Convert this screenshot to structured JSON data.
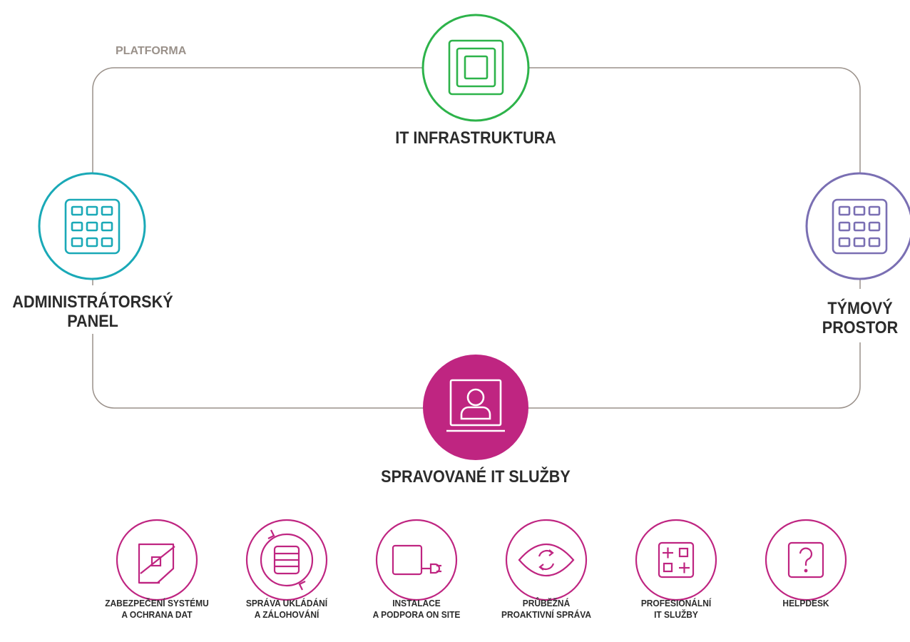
{
  "platform_label": "PLATFORMA",
  "nodes": {
    "infrastructure": {
      "label": "IT INFRASTRUKTURA",
      "color": "#2db34a"
    },
    "admin_panel": {
      "line1": "ADMINISTRÁTORSKÝ",
      "line2": "PANEL",
      "color": "#1aa9b7"
    },
    "team_space": {
      "line1": "TÝMOVÝ",
      "line2": "PROSTOR",
      "color": "#7a6fb3"
    },
    "managed_services": {
      "label": "SPRAVOVANÉ IT SLUŽBY",
      "color": "#bf2581"
    }
  },
  "services": [
    {
      "line1": "ZABEZPEČENÍ SYSTÉMU",
      "line2": "A OCHRANA DAT",
      "icon": "shield-icon"
    },
    {
      "line1": "SPRÁVA UKLÁDÁNÍ",
      "line2": "A ZÁLOHOVÁNÍ",
      "icon": "backup-icon"
    },
    {
      "line1": "INSTALACE",
      "line2": "A PODPORA ON SITE",
      "icon": "plug-icon"
    },
    {
      "line1": "PRŮBĚŽNÁ",
      "line2": "PROAKTIVNÍ SPRÁVA",
      "icon": "eye-icon"
    },
    {
      "line1": "PROFESIONÁLNÍ",
      "line2": "IT SLUŽBY",
      "icon": "plus-grid-icon"
    },
    {
      "line1": "HELPDESK",
      "line2": "",
      "icon": "question-icon"
    }
  ]
}
